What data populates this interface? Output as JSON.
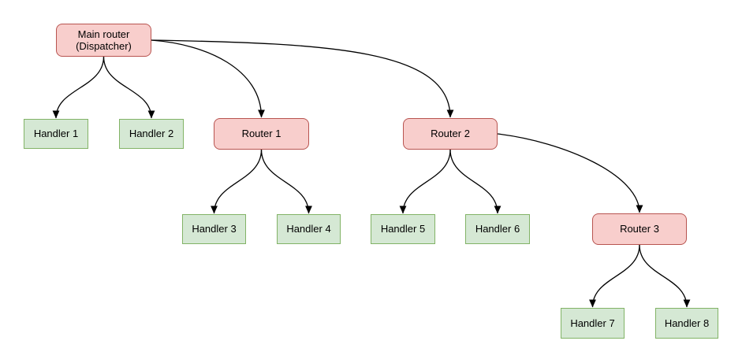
{
  "diagram": {
    "nodes": [
      {
        "id": "main-router",
        "label": "Main router\n(Dispatcher)",
        "type": "router"
      },
      {
        "id": "handler-1",
        "label": "Handler 1",
        "type": "handler"
      },
      {
        "id": "handler-2",
        "label": "Handler 2",
        "type": "handler"
      },
      {
        "id": "router-1",
        "label": "Router 1",
        "type": "router"
      },
      {
        "id": "router-2",
        "label": "Router 2",
        "type": "router"
      },
      {
        "id": "handler-3",
        "label": "Handler 3",
        "type": "handler"
      },
      {
        "id": "handler-4",
        "label": "Handler 4",
        "type": "handler"
      },
      {
        "id": "handler-5",
        "label": "Handler 5",
        "type": "handler"
      },
      {
        "id": "handler-6",
        "label": "Handler 6",
        "type": "handler"
      },
      {
        "id": "router-3",
        "label": "Router 3",
        "type": "router"
      },
      {
        "id": "handler-7",
        "label": "Handler 7",
        "type": "handler"
      },
      {
        "id": "handler-8",
        "label": "Handler 8",
        "type": "handler"
      }
    ],
    "edges": [
      {
        "from": "main-router",
        "to": "handler-1"
      },
      {
        "from": "main-router",
        "to": "handler-2"
      },
      {
        "from": "main-router",
        "to": "router-1"
      },
      {
        "from": "main-router",
        "to": "router-2"
      },
      {
        "from": "router-1",
        "to": "handler-3"
      },
      {
        "from": "router-1",
        "to": "handler-4"
      },
      {
        "from": "router-2",
        "to": "handler-5"
      },
      {
        "from": "router-2",
        "to": "handler-6"
      },
      {
        "from": "router-2",
        "to": "router-3"
      },
      {
        "from": "router-3",
        "to": "handler-7"
      },
      {
        "from": "router-3",
        "to": "handler-8"
      }
    ],
    "colors": {
      "router_fill": "#f8cecc",
      "router_stroke": "#b85450",
      "handler_fill": "#d5e8d4",
      "handler_stroke": "#82b366",
      "edge_stroke": "#000000",
      "background": "#ffffff"
    }
  }
}
